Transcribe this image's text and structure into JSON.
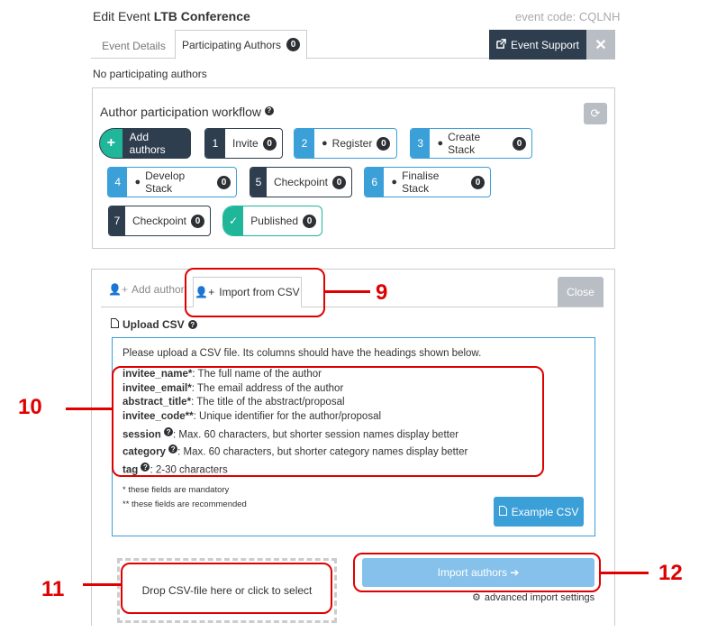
{
  "header": {
    "title_prefix": "Edit Event",
    "event_name": "LTB Conference",
    "event_code": "event code: CQLNH"
  },
  "tabs": {
    "event_details": "Event Details",
    "participating_authors": "Participating Authors",
    "participating_count": "0"
  },
  "buttons": {
    "event_support": "Event Support",
    "close_x": "✕",
    "close": "Close",
    "example_csv": "Example CSV",
    "import_authors": "Import authors ➔"
  },
  "status": {
    "no_authors": "No participating authors"
  },
  "workflow": {
    "title": "Author participation workflow",
    "steps": [
      {
        "num": "+",
        "label": "Add authors",
        "count": ""
      },
      {
        "num": "1",
        "label": "Invite",
        "count": "0"
      },
      {
        "num": "2",
        "label": "Register",
        "count": "0"
      },
      {
        "num": "3",
        "label": "Create Stack",
        "count": "0"
      },
      {
        "num": "4",
        "label": "Develop Stack",
        "count": "0"
      },
      {
        "num": "5",
        "label": "Checkpoint",
        "count": "0"
      },
      {
        "num": "6",
        "label": "Finalise Stack",
        "count": "0"
      },
      {
        "num": "7",
        "label": "Checkpoint",
        "count": "0"
      },
      {
        "num": "✓",
        "label": "Published",
        "count": "0"
      }
    ]
  },
  "import": {
    "tab_add": "Add author",
    "tab_import": "Import from CSV",
    "upload_label": "Upload CSV",
    "intro": "Please upload a CSV file. Its columns should have the headings shown below.",
    "fields": [
      {
        "name": "invitee_name*",
        "desc": ": The full name of the author"
      },
      {
        "name": "invitee_email*",
        "desc": ": The email address of the author"
      },
      {
        "name": "abstract_title*",
        "desc": ": The title of the abstract/proposal"
      },
      {
        "name": "invitee_code**",
        "desc": ": Unique identifier for the author/proposal"
      },
      {
        "name": "session",
        "desc": ": Max. 60 characters, but shorter session names display better"
      },
      {
        "name": "category",
        "desc": ": Max. 60 characters, but shorter category names display better"
      },
      {
        "name": "tag",
        "desc": ": 2-30 characters"
      }
    ],
    "note_mandatory": "* these fields are mandatory",
    "note_recommended": "** these fields are recommended",
    "drop_text": "Drop CSV-file here or click to select",
    "advanced": "advanced import settings"
  },
  "annotations": {
    "n9": "9",
    "n10": "10",
    "n11": "11",
    "n12": "12",
    "color": "#e00000"
  },
  "colors": {
    "dark": "#2e3e4e",
    "blue": "#3b9fd8",
    "teal": "#20b69a",
    "grey_button": "#b9bec4",
    "import_button": "#85c1ea"
  }
}
